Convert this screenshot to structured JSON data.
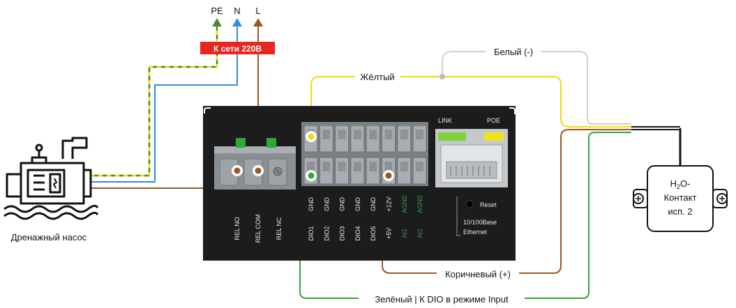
{
  "phases": {
    "pe": "PE",
    "n": "N",
    "l": "L"
  },
  "mains_label": "К сети 220В",
  "pump_label": "Дренажный насос",
  "wires": {
    "white": "Белый (-)",
    "yellow": "Жёлтый",
    "brown": "Коричневый (+)",
    "green": "Зелёный | К DIO в режиме Input"
  },
  "sensor": {
    "line1": "H",
    "sub": "2",
    "line1_rest": "O-",
    "line2": "Контакт",
    "line3": "исп. 2"
  },
  "device": {
    "link": "LINK",
    "poe": "POE",
    "reset": "Reset",
    "eth1": "10/100Base",
    "eth2": "Ethernet",
    "rel": [
      "REL NO",
      "REL COM",
      "REL NC"
    ],
    "top_row": [
      "GND",
      "GND",
      "GND",
      "GND",
      "GND",
      "+12V",
      "AGND",
      "AGND"
    ],
    "bottom_row": [
      "DIO1",
      "DIO2",
      "DIO3",
      "DIO4",
      "DIO5",
      "+5V",
      "AI1",
      "AI2"
    ]
  },
  "colors": {
    "yellow": "#f2d80d",
    "pe_green": "#4c8a2c",
    "blue": "#2e8be6",
    "brown": "#a0561c",
    "white_wire": "#cfcfcf",
    "green": "#2fa83a",
    "badge": "#e8251f",
    "device": "#1c1c1c"
  },
  "icons": [
    "pump-icon",
    "sensor-icon",
    "arrow-up-icon",
    "ethernet-port-icon",
    "terminal-block-icon"
  ]
}
